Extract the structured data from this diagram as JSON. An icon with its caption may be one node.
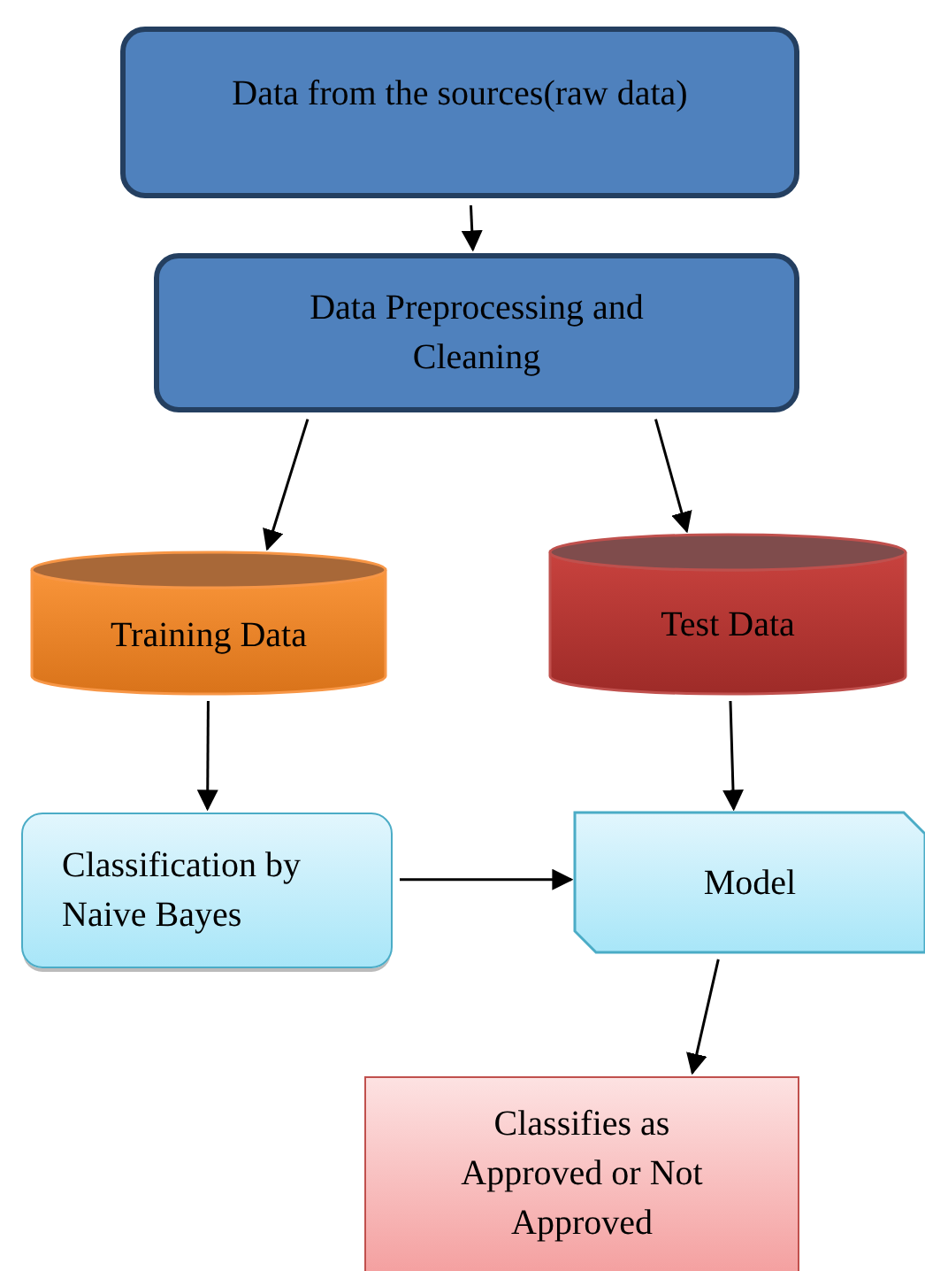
{
  "diagram": {
    "nodes": [
      {
        "text": [
          "Data from the sources(raw data)"
        ]
      },
      {
        "text": [
          "Data Preprocessing and Cleaning"
        ]
      },
      {
        "text": [
          "Training Data"
        ]
      },
      {
        "text": [
          "Test Data"
        ]
      },
      {
        "text": [
          "Classification by Naive Bayes"
        ]
      },
      {
        "text": [
          "Model"
        ]
      },
      {
        "text": [
          "Classifies as Approved or Not Approved"
        ]
      }
    ],
    "edges": [
      {
        "from": 0,
        "to": 1,
        "arrow": "to"
      },
      {
        "from": 1,
        "to": 2,
        "arrow": "to"
      },
      {
        "from": 1,
        "to": 3,
        "arrow": "to"
      },
      {
        "from": 2,
        "to": 4,
        "arrow": "to"
      },
      {
        "from": 3,
        "to": 5,
        "arrow": "to"
      },
      {
        "from": 4,
        "to": 5,
        "arrow": "to"
      },
      {
        "from": 5,
        "to": 6,
        "arrow": "to"
      }
    ]
  }
}
